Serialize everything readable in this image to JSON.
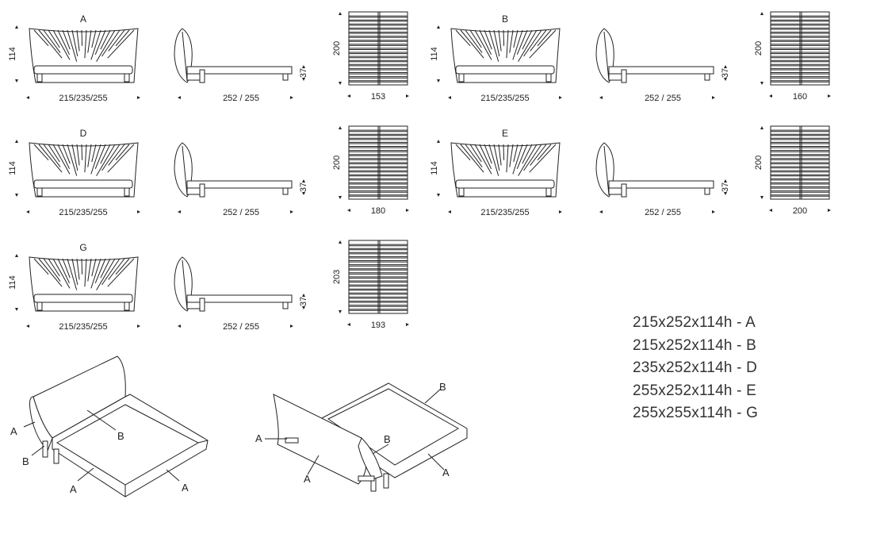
{
  "models": [
    {
      "letter": "A",
      "front_height": "114",
      "front_width": "215/235/255",
      "side_length": "252 / 255",
      "side_height": "37",
      "slat_length": "200",
      "slat_width": "153"
    },
    {
      "letter": "B",
      "front_height": "114",
      "front_width": "215/235/255",
      "side_length": "252 / 255",
      "side_height": "37",
      "slat_length": "200",
      "slat_width": "160"
    },
    {
      "letter": "D",
      "front_height": "114",
      "front_width": "215/235/255",
      "side_length": "252 / 255",
      "side_height": "37",
      "slat_length": "200",
      "slat_width": "180"
    },
    {
      "letter": "E",
      "front_height": "114",
      "front_width": "215/235/255",
      "side_length": "252 / 255",
      "side_height": "37",
      "slat_length": "200",
      "slat_width": "200"
    },
    {
      "letter": "G",
      "front_height": "114",
      "front_width": "215/235/255",
      "side_length": "252 / 255",
      "side_height": "37",
      "slat_length": "203",
      "slat_width": "193"
    }
  ],
  "exploded_callouts": {
    "left": [
      "A",
      "B",
      "B",
      "A",
      "A"
    ],
    "right": [
      "A",
      "B",
      "A",
      "B",
      "A"
    ]
  },
  "size_list": [
    "215x252x114h - A",
    "215x252x114h - B",
    "235x252x114h - D",
    "255x252x114h - E",
    "255x255x114h - G"
  ]
}
